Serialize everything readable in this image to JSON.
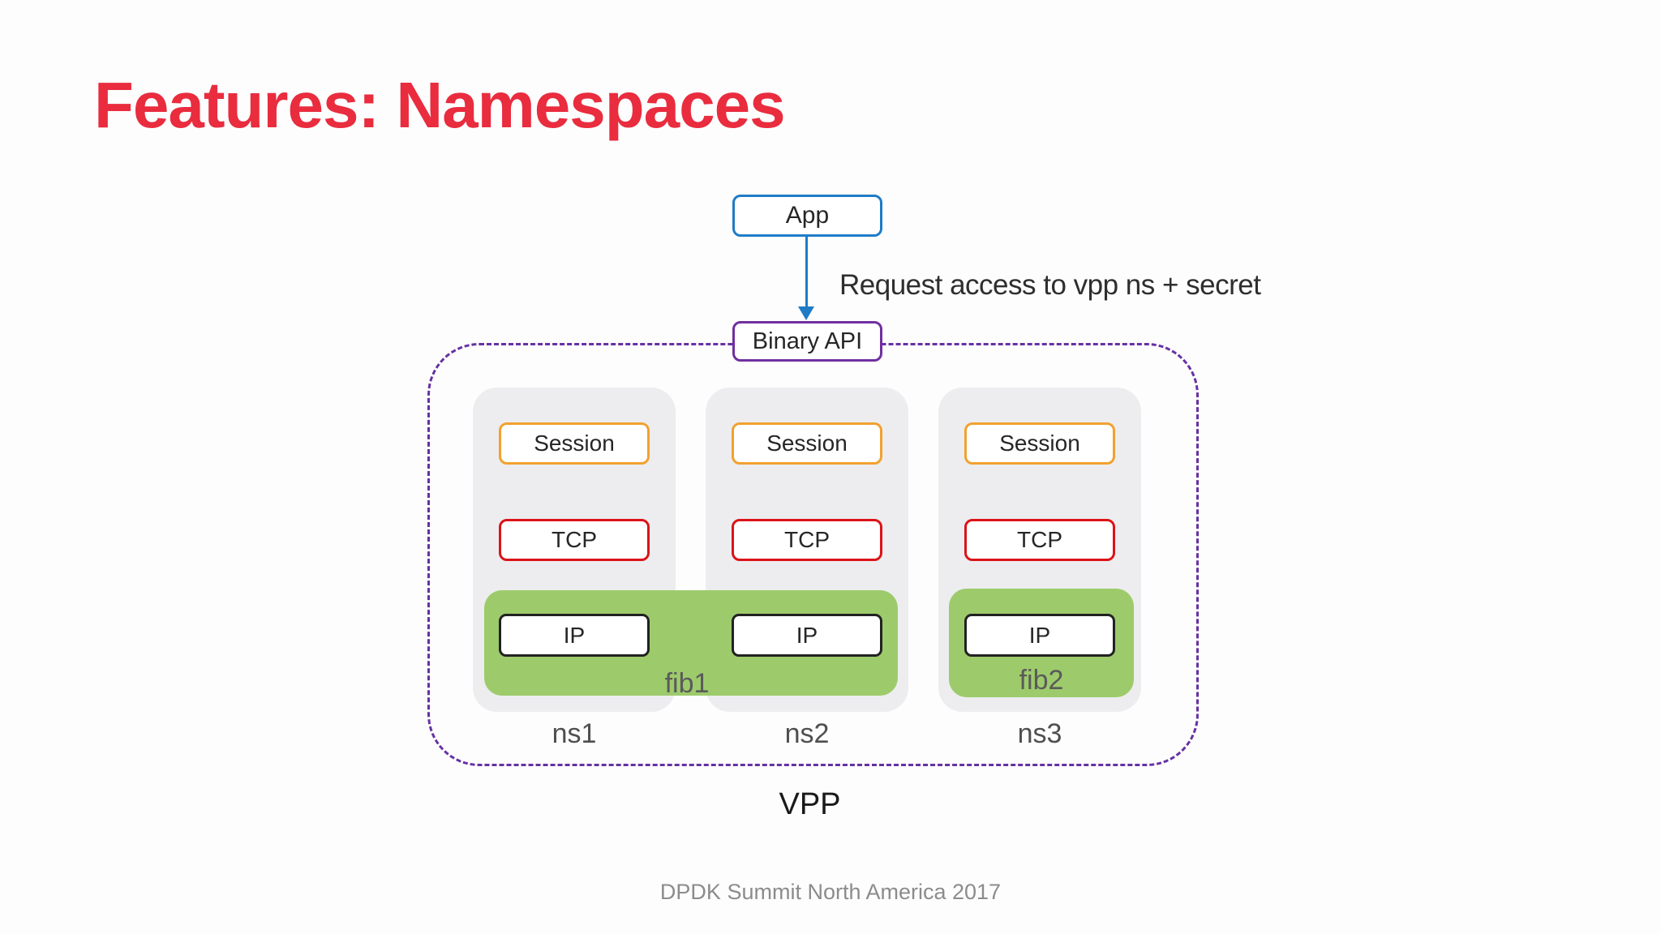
{
  "slide": {
    "title": "Features: Namespaces",
    "vpp_label": "VPP",
    "footer": "DPDK Summit North America 2017"
  },
  "diagram": {
    "app_box_label": "App",
    "request_label": "Request access to vpp ns + secret",
    "binary_api_label": "Binary API",
    "namespaces": [
      {
        "name": "ns1",
        "session": "Session",
        "tcp": "TCP",
        "ip": "IP"
      },
      {
        "name": "ns2",
        "session": "Session",
        "tcp": "TCP",
        "ip": "IP"
      },
      {
        "name": "ns3",
        "session": "Session",
        "tcp": "TCP",
        "ip": "IP"
      }
    ],
    "fib_labels": [
      "fib1",
      "fib2"
    ]
  },
  "colors": {
    "title_red": "#E92C3E",
    "app_blue": "#1E7CC7",
    "binary_api_purple": "#7030A0",
    "boundary_dash_purple": "#6631A3",
    "session_orange": "#F2A12F",
    "tcp_red": "#DB1318",
    "ip_black": "#222222",
    "fib_green": "#9DCB6B",
    "column_gray": "#EDEDEF",
    "background": "#FDFDFD"
  }
}
